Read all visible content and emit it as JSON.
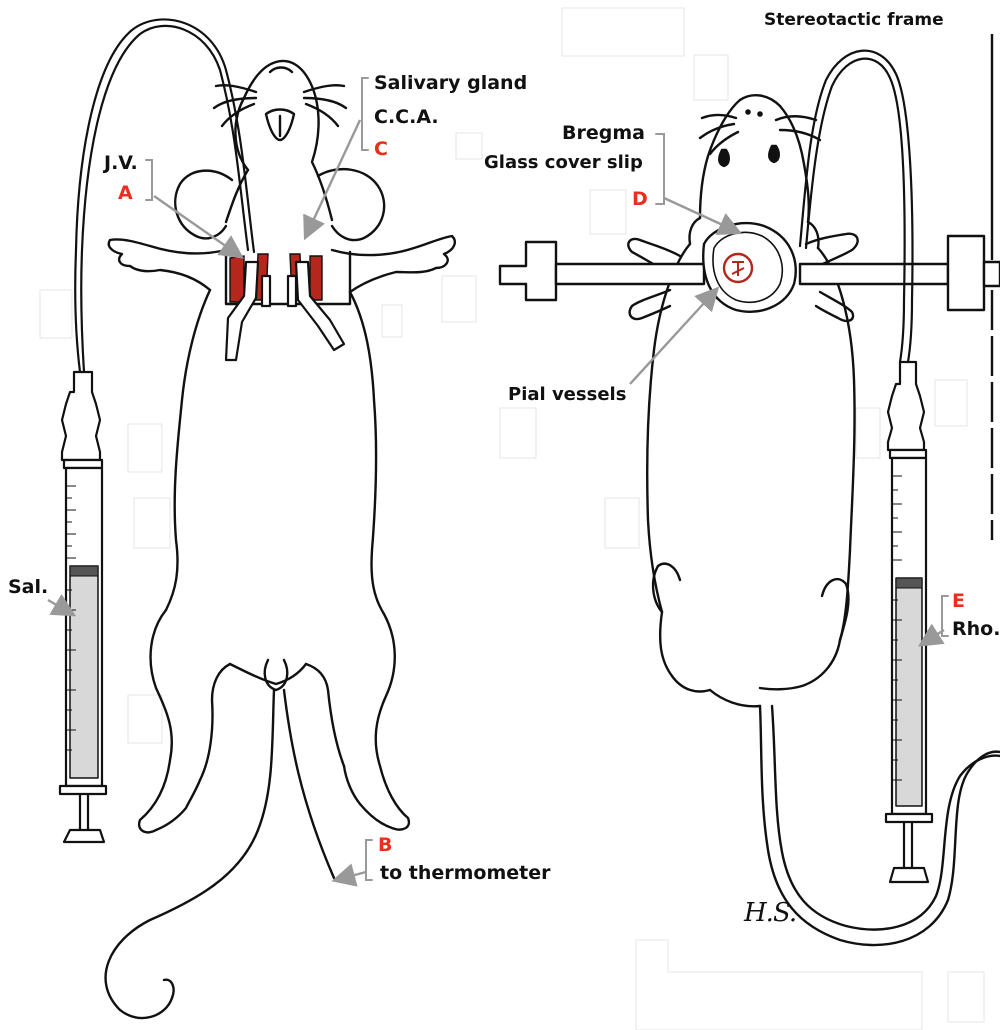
{
  "labels": {
    "jv": "J.V.",
    "salivary_gland": "Salivary gland",
    "cca": "C.C.A.",
    "sal": "Sal.",
    "to_thermometer": "to thermometer",
    "stereotactic_frame": "Stereotactic frame",
    "bregma": "Bregma",
    "glass_cover_slip": "Glass cover slip",
    "pial_vessels": "Pial vessels",
    "rho": "Rho.",
    "signature": "H.S."
  },
  "markers": {
    "a": "A",
    "b": "B",
    "c": "C",
    "d": "D",
    "e": "E"
  },
  "colors": {
    "line": "#111111",
    "marker": "#e8301c",
    "vessel": "#b5261c",
    "arrow": "#9a9a9a"
  }
}
